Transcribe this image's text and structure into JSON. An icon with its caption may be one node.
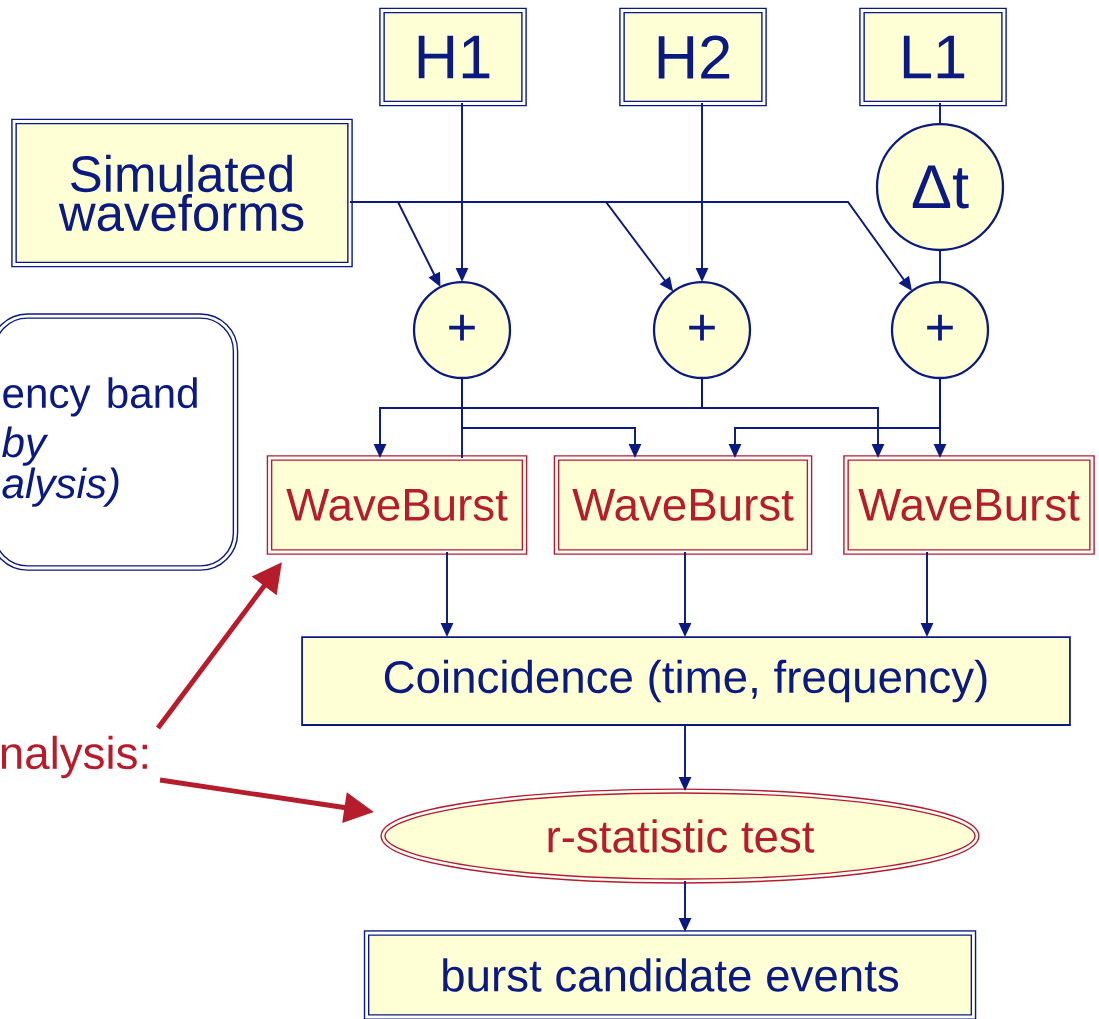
{
  "diagram": {
    "nodes": [
      {
        "text": [
          "H1"
        ]
      },
      {
        "text": [
          "H2"
        ]
      },
      {
        "text": [
          "L1"
        ]
      },
      {
        "text": [
          "Simulated waveforms"
        ]
      },
      {
        "text": [
          "Δt"
        ]
      },
      {
        "text": [
          "+"
        ]
      },
      {
        "text": [
          "+"
        ]
      },
      {
        "text": [
          "+"
        ]
      },
      {
        "text": [
          "ency band",
          "by",
          "alysis)"
        ]
      },
      {
        "text": [
          "WaveBurst"
        ]
      },
      {
        "text": [
          "WaveBurst"
        ]
      },
      {
        "text": [
          "WaveBurst"
        ]
      },
      {
        "text": [
          "Coincidence (time, frequency)"
        ]
      },
      {
        "text": [
          "r-statistic test"
        ]
      },
      {
        "text": [
          "burst candidate events"
        ]
      },
      {
        "text": [
          "nalysis:"
        ]
      }
    ],
    "edges": [
      {
        "from": 0,
        "to": 5,
        "arrow": "to"
      },
      {
        "from": 1,
        "to": 6,
        "arrow": "to"
      },
      {
        "from": 2,
        "to": 4,
        "arrow": "none"
      },
      {
        "from": 4,
        "to": 7,
        "arrow": "none"
      },
      {
        "from": 3,
        "to": 5,
        "arrow": "to"
      },
      {
        "from": 3,
        "to": 6,
        "arrow": "to"
      },
      {
        "from": 3,
        "to": 7,
        "arrow": "to"
      },
      {
        "from": 5,
        "to": 9,
        "arrow": "none"
      },
      {
        "from": 5,
        "to": 10,
        "arrow": "to"
      },
      {
        "from": 6,
        "to": 9,
        "arrow": "to"
      },
      {
        "from": 6,
        "to": 11,
        "arrow": "to"
      },
      {
        "from": 7,
        "to": 10,
        "arrow": "to"
      },
      {
        "from": 7,
        "to": 11,
        "arrow": "to"
      },
      {
        "from": 9,
        "to": 12,
        "arrow": "to"
      },
      {
        "from": 10,
        "to": 12,
        "arrow": "to"
      },
      {
        "from": 11,
        "to": 12,
        "arrow": "to"
      },
      {
        "from": 12,
        "to": 13,
        "arrow": "to"
      },
      {
        "from": 13,
        "to": 14,
        "arrow": "to"
      },
      {
        "from": 15,
        "to": 9,
        "arrow": "to",
        "style": "thick",
        "color": "#b51c2c"
      },
      {
        "from": 15,
        "to": 13,
        "arrow": "to",
        "style": "thick",
        "color": "#b51c2c"
      }
    ]
  }
}
